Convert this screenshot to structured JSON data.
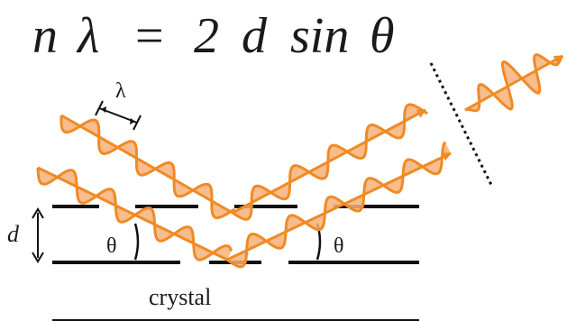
{
  "equation": {
    "n": "n",
    "lambda": "λ",
    "equals": "=",
    "two": "2",
    "d": "d",
    "sin": "sin",
    "theta": "θ"
  },
  "labels": {
    "wavelength": "λ",
    "spacing": "d",
    "theta_left": "θ",
    "theta_right": "θ",
    "crystal": "crystal"
  },
  "colors": {
    "wave": "#f08a24",
    "wave_fill": "#f7b27a",
    "lines": "#111111"
  }
}
